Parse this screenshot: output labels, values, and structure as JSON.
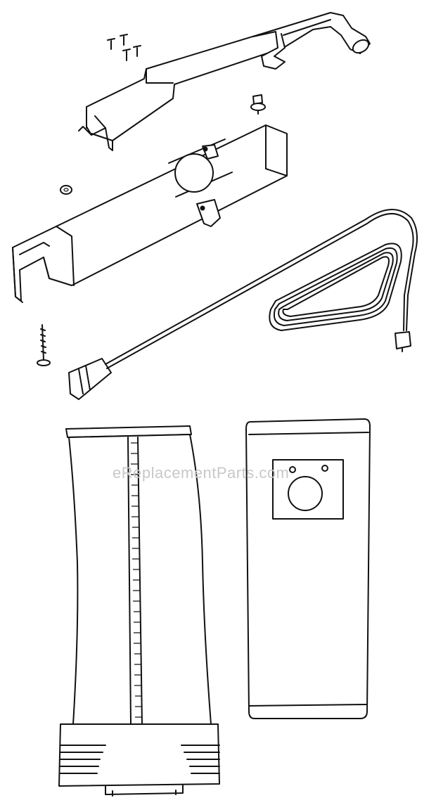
{
  "watermark": {
    "text": "eReplacementParts.com"
  },
  "parts": [
    {
      "name": "screws-set",
      "icon": "screw-icon"
    },
    {
      "name": "handle-tube",
      "icon": "handle-icon"
    },
    {
      "name": "bolt",
      "icon": "bolt-icon"
    },
    {
      "name": "nut",
      "icon": "nut-icon"
    },
    {
      "name": "handle-body",
      "icon": "handle-body-icon"
    },
    {
      "name": "long-screw",
      "icon": "screw-icon"
    },
    {
      "name": "power-cord",
      "icon": "cord-icon"
    },
    {
      "name": "outer-bag",
      "icon": "bag-icon"
    },
    {
      "name": "paper-bag",
      "icon": "paper-bag-icon"
    }
  ]
}
